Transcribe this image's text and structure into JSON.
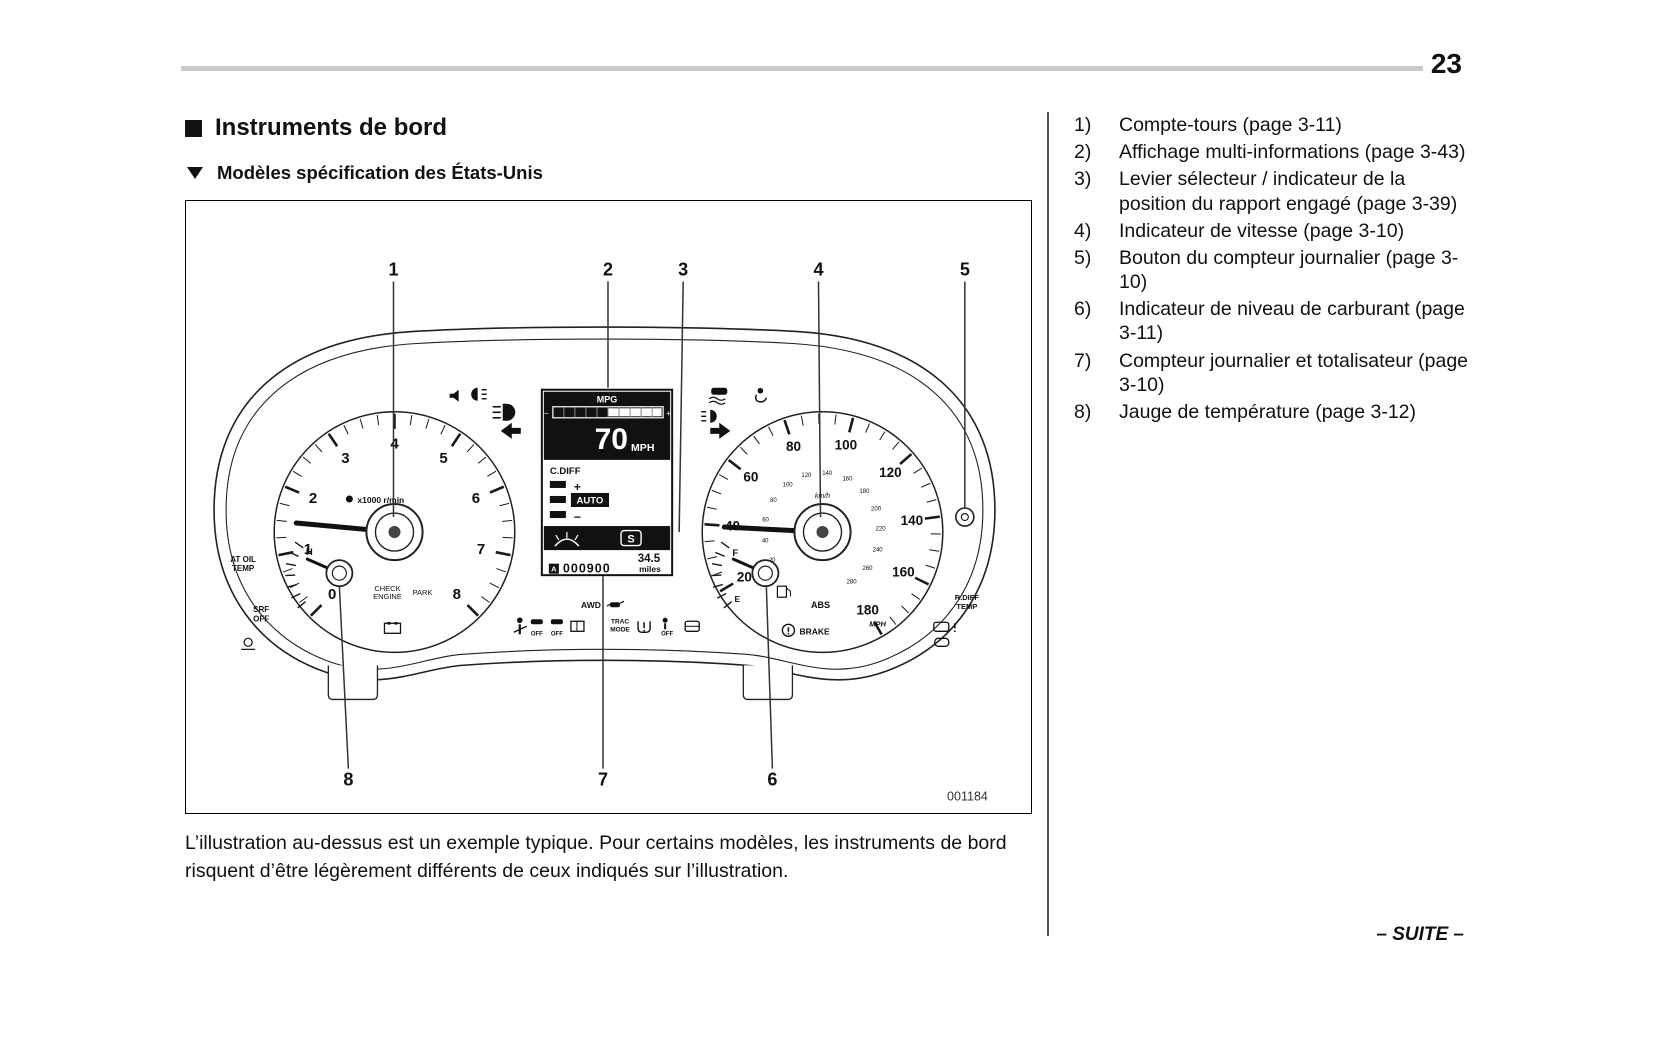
{
  "page": {
    "number": "23",
    "footer_suite": "– SUITE –"
  },
  "section": {
    "title": "Instruments de bord",
    "subtitle": "Modèles spécification des États-Unis"
  },
  "figure": {
    "code": "001184",
    "caption": "L’illustration au-dessus est un exemple typique. Pour certains modèles, les instruments de bord risquent d’être légèrement différents de ceux indiqués sur l’illustration.",
    "callouts": {
      "top": [
        "1",
        "2",
        "3",
        "4",
        "5"
      ],
      "bottom": [
        "8",
        "7",
        "6"
      ]
    }
  },
  "legend": {
    "items": [
      {
        "num": "1)",
        "label": "Compte-tours (page 3-11)"
      },
      {
        "num": "2)",
        "label": "Affichage multi-informations (page 3-43)"
      },
      {
        "num": "3)",
        "label": "Levier sélecteur / indicateur de la position du rapport engagé (page 3-39)"
      },
      {
        "num": "4)",
        "label": "Indicateur de vitesse (page 3-10)"
      },
      {
        "num": "5)",
        "label": "Bouton du compteur journalier (page 3-10)"
      },
      {
        "num": "6)",
        "label": "Indicateur de niveau de carburant (page 3-11)"
      },
      {
        "num": "7)",
        "label": "Compteur journalier et totalisateur (page 3-10)"
      },
      {
        "num": "8)",
        "label": "Jauge de température (page 3-12)"
      }
    ]
  },
  "cluster": {
    "tachometer": {
      "numbers": [
        "0",
        "1",
        "2",
        "3",
        "4",
        "5",
        "6",
        "7",
        "8"
      ],
      "unit": "x1000 r/min",
      "labels": {
        "check": "CHECK",
        "engine": "ENGINE",
        "park": "PARK",
        "at_oil": "AT OIL",
        "temp": "TEMP",
        "srf": "SRF",
        "off": "OFF",
        "h": "H"
      }
    },
    "speedometer": {
      "numbers": [
        "20",
        "40",
        "60",
        "80",
        "100",
        "120",
        "140",
        "160",
        "180"
      ],
      "inner_numbers": [
        "20",
        "40",
        "60",
        "80",
        "100",
        "120",
        "140",
        "160",
        "180",
        "200",
        "220",
        "240",
        "260",
        "280"
      ],
      "unit_outer": "MPH",
      "unit_inner": "km/h",
      "labels": {
        "abs": "ABS",
        "brake": "BRAKE",
        "rdiff": "R.DIFF",
        "temp": "TEMP",
        "f": "F",
        "e": "E"
      }
    },
    "display": {
      "mpg": "MPG",
      "bar_minus": "−",
      "bar_plus": "+",
      "speed": "70",
      "speed_unit": "MPH",
      "cdiff": "C.DIFF",
      "plus": "+",
      "auto": "AUTO",
      "minus": "−",
      "gear": "S",
      "trip_value": "34.5",
      "trip_a": "A",
      "odometer": "000900",
      "odo_unit": "miles"
    },
    "bottom_row": {
      "awd": "AWD",
      "trac": "TRAC",
      "mode": "MODE",
      "off1": "OFF",
      "off2": "OFF",
      "off3": "OFF"
    }
  }
}
